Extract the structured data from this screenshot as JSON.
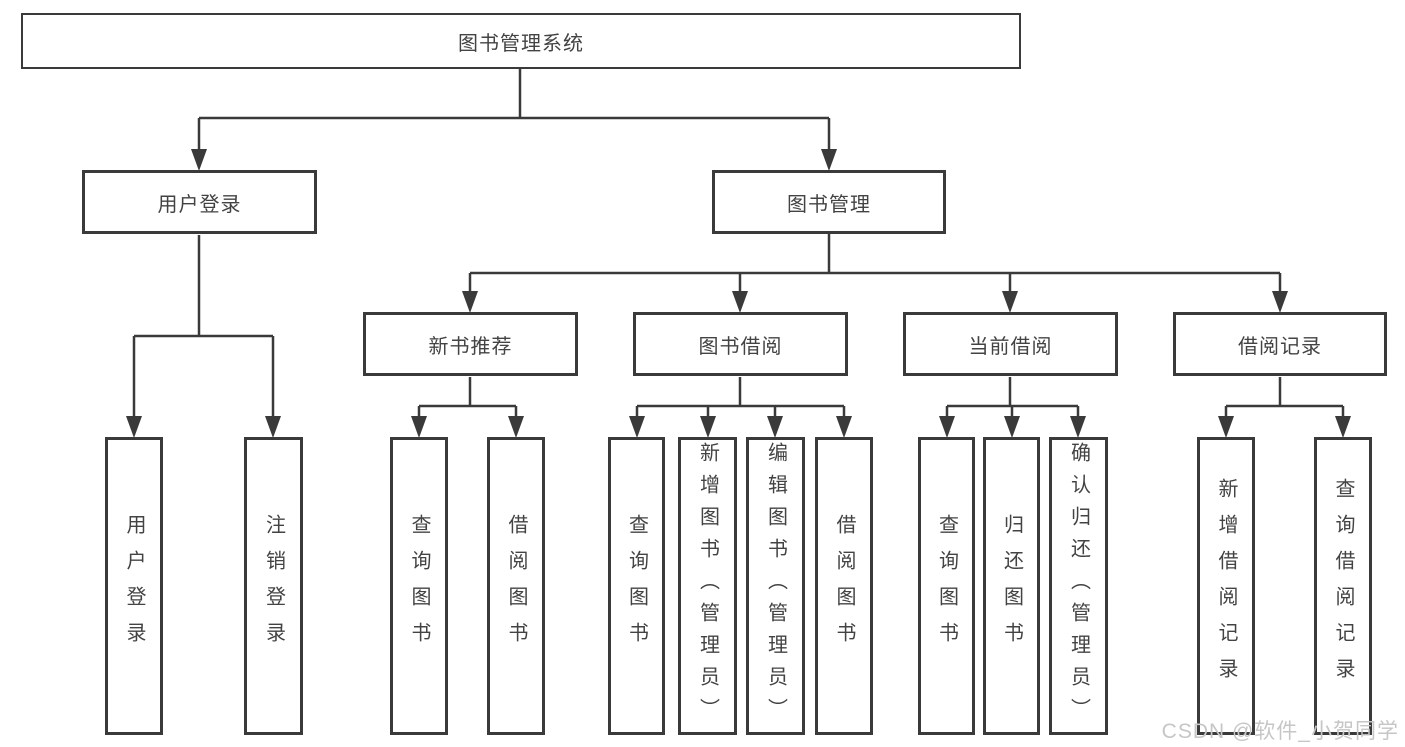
{
  "diagram": {
    "root": "图书管理系统",
    "branches": [
      {
        "label": "用户登录",
        "children": [
          "用户登录",
          "注销登录"
        ]
      },
      {
        "label": "图书管理",
        "sections": [
          {
            "label": "新书推荐",
            "children": [
              "查询图书",
              "借阅图书"
            ]
          },
          {
            "label": "图书借阅",
            "children": [
              "查询图书",
              "新增图书（管理员）",
              "编辑图书（管理员）",
              "借阅图书"
            ]
          },
          {
            "label": "当前借阅",
            "children": [
              "查询图书",
              "归还图书",
              "确认归还（管理员）"
            ]
          },
          {
            "label": "借阅记录",
            "children": [
              "新增借阅记录",
              "查询借阅记录"
            ]
          }
        ]
      }
    ]
  },
  "watermark": "CSDN @软件_小贺同学",
  "colors": {
    "line": "#3a3a3a",
    "text": "#434343",
    "watermark": "#c6c6c6",
    "background": "#ffffff"
  }
}
